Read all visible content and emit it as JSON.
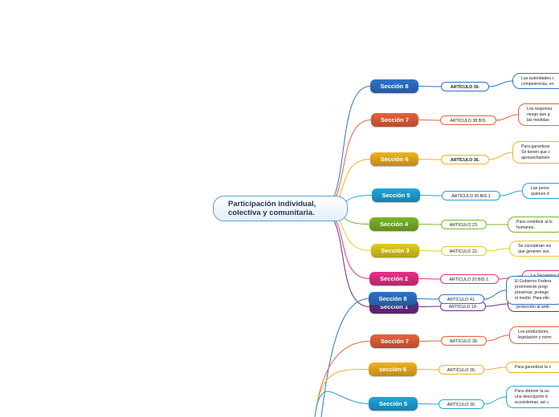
{
  "root": {
    "line1": "Participación individual,",
    "line2": "colectiva y comunitaria."
  },
  "upper": [
    {
      "section": "Sección 8",
      "article": "ARTÍCULO 39.",
      "bold": true,
      "color": "#2f73c8",
      "leaf": [
        "Las autoridades c",
        "competencias, en"
      ]
    },
    {
      "section": "Sección 7",
      "article": "ARTÍCULO 38 BIS.",
      "bold": false,
      "color": "#e8623a",
      "leaf": [
        "Los responsa",
        "riesgo que g",
        "las medidas"
      ]
    },
    {
      "section": "Sección 6",
      "article": "ARTÍCULO 36.",
      "bold": true,
      "color": "#f2b21e",
      "leaf": [
        "Para garantizar",
        "Se tienen que c",
        "aprovechamien"
      ]
    },
    {
      "section": "Sección 5",
      "article": "ARTÍCULO 35 BIS 1",
      "bold": false,
      "color": "#1ea6de",
      "leaf": [
        "Las perso",
        "quienes d"
      ]
    },
    {
      "section": "Sección 4",
      "article": "ARTÍCULO 23.",
      "bold": false,
      "color": "#7bb52a",
      "leaf": [
        "Para contribuir al lo",
        "humanos."
      ]
    },
    {
      "section": "Sección 3",
      "article": "ARTÍCULO 22.",
      "bold": false,
      "color": "#e3cd1c",
      "leaf": [
        "Se consideran ins",
        "que generen sus"
      ]
    },
    {
      "section": "Sección 2",
      "article": "ARTÍCULO 20 BIS 1.",
      "bold": false,
      "color": "#e8308a",
      "leaf": [
        "La Secretaría d"
      ]
    },
    {
      "section": "Sección 1",
      "article": "ARTÍCULO 18.",
      "bold": false,
      "color": "#6b2f86",
      "leaf": [
        "El Gobierno Federa",
        "protección al amb"
      ]
    }
  ],
  "overlay": {
    "section": "Sección 8",
    "article": "ARTÍCULO 41.",
    "color": "#2f73c8",
    "leaf": [
      "El Gobierno Federa",
      "promoverán progr",
      "preservar, protege",
      "el medio. Para ello"
    ]
  },
  "lower": [
    {
      "section": "Sección 7",
      "article": "ARTÍCULO 38.",
      "color": "#e8623a",
      "leaf": [
        "Los productores,",
        "legislación y norm"
      ]
    },
    {
      "section": "sección 6",
      "article": "ARTÍCULO 36.",
      "color": "#f2b21e",
      "leaf": [
        "Para garantizar la s"
      ]
    },
    {
      "section": "Sección 5",
      "article": "ARTÍCULO 30.",
      "color": "#1ea6de",
      "leaf": [
        "Para obtener la au",
        "una descripción d",
        "ecosistemas, así c"
      ]
    }
  ]
}
